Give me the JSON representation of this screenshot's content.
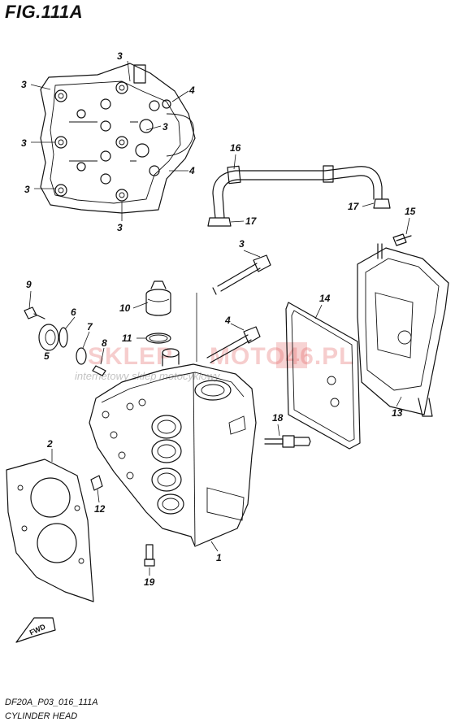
{
  "figure": {
    "title": "FIG.111A",
    "diagram_code": "DF20A_P03_016_111A",
    "diagram_name": "CYLINDER HEAD",
    "fwd_label": "FWD"
  },
  "watermark": {
    "brand_left": "SKLEP",
    "brand_right": "MOTO46.PL",
    "tagline": "internetowy sklep motocyklowy"
  },
  "callouts": [
    {
      "id": "c3a",
      "label": "3"
    },
    {
      "id": "c3b",
      "label": "3"
    },
    {
      "id": "c4a",
      "label": "4"
    },
    {
      "id": "c3c",
      "label": "3"
    },
    {
      "id": "c3d",
      "label": "3"
    },
    {
      "id": "c4b",
      "label": "4"
    },
    {
      "id": "c3e",
      "label": "3"
    },
    {
      "id": "c3f",
      "label": "3"
    },
    {
      "id": "c16",
      "label": "16"
    },
    {
      "id": "c17a",
      "label": "17"
    },
    {
      "id": "c17b",
      "label": "17"
    },
    {
      "id": "c15",
      "label": "15"
    },
    {
      "id": "c3g",
      "label": "3"
    },
    {
      "id": "c9",
      "label": "9"
    },
    {
      "id": "c10",
      "label": "10"
    },
    {
      "id": "c14",
      "label": "14"
    },
    {
      "id": "c6",
      "label": "6"
    },
    {
      "id": "c7",
      "label": "7"
    },
    {
      "id": "c4c",
      "label": "4"
    },
    {
      "id": "c11",
      "label": "11"
    },
    {
      "id": "c8",
      "label": "8"
    },
    {
      "id": "c5",
      "label": "5"
    },
    {
      "id": "c13",
      "label": "13"
    },
    {
      "id": "c18",
      "label": "18"
    },
    {
      "id": "c2",
      "label": "2"
    },
    {
      "id": "c12",
      "label": "12"
    },
    {
      "id": "c1",
      "label": "1"
    },
    {
      "id": "c19",
      "label": "19"
    }
  ]
}
